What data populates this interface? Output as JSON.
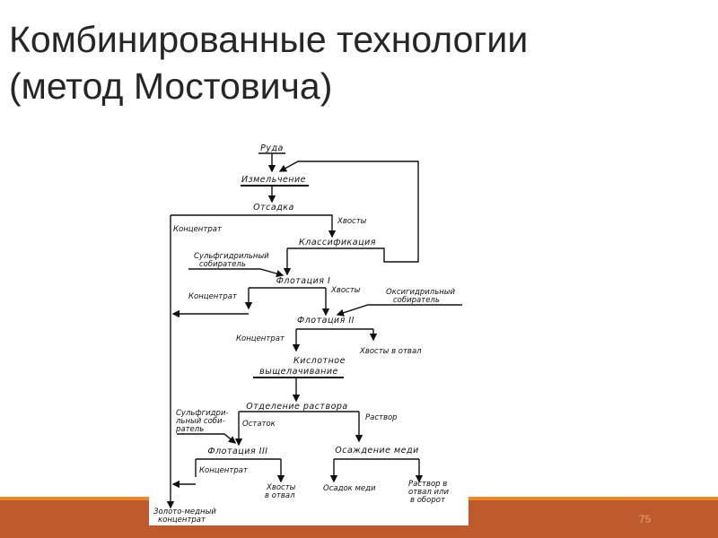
{
  "slide": {
    "title_line1": "Комбинированные технологии",
    "title_line2": "(метод Мостовича)",
    "page_number": "75",
    "accent_color": "#bf5a2c",
    "accent_line_color": "#e8892a"
  },
  "diagram": {
    "ore": "Руда",
    "grinding": "Измельчение",
    "jigging": "Отсадка",
    "jig_concentrate": "Концентрат",
    "jig_tails": "Хвосты",
    "classification": "Классификация",
    "sulf_collector_1": [
      "Сульфгидрильный",
      "собиратель"
    ],
    "flotation_1": "Флотация I",
    "flot1_concentrate": "Концентрат",
    "flot1_tails": "Хвосты",
    "oxy_collector": [
      "Оксигидрильный",
      "собиратель"
    ],
    "flotation_2": "Флотация II",
    "flot2_concentrate": "Концентрат",
    "flot2_tails": "Хвосты в отвал",
    "leaching": [
      "Кислотное",
      "выщелачивание"
    ],
    "solution_separation": "Отделение раствора",
    "residue": "Остаток",
    "solution": "Раствор",
    "sulf_collector_2": [
      "Сульфгидри-",
      "льный соби-",
      "ратель"
    ],
    "flotation_3": "Флотация III",
    "copper_precipitation": "Осаждение меди",
    "flot3_concentrate": "Концентрат",
    "flot3_tails": [
      "Хвосты",
      "в отвал"
    ],
    "copper_precipitate": "Осадок меди",
    "solution_out": [
      "Раствор в",
      "отвал или",
      "в оборот"
    ],
    "final_product": [
      "Золото-медный",
      "концентрат"
    ]
  }
}
